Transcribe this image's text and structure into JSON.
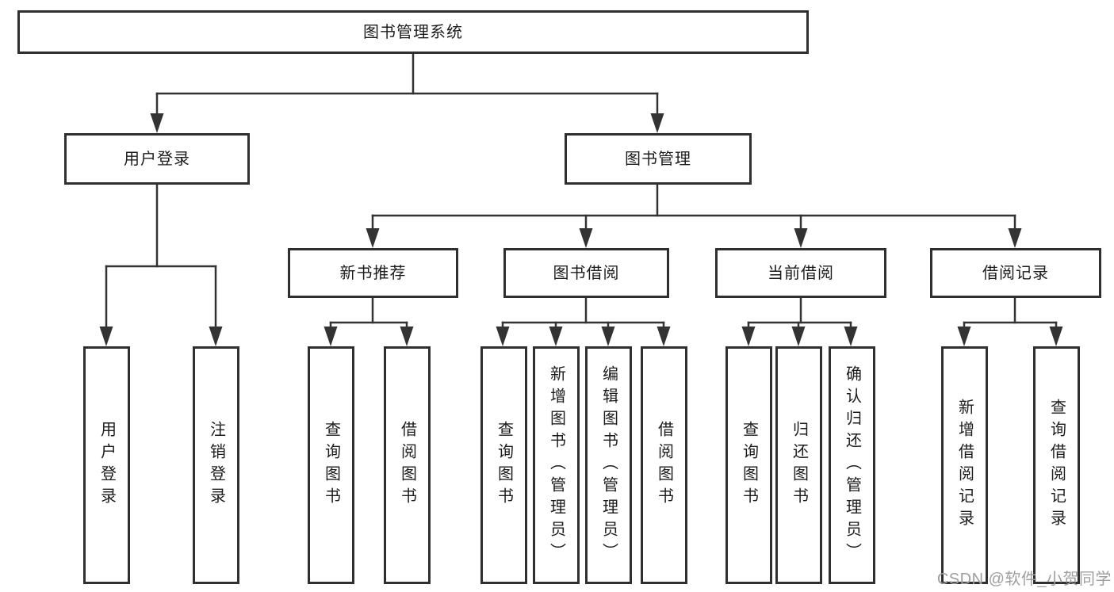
{
  "diagram_type": "hierarchy-tree",
  "colors": {
    "line": "#333333",
    "box_border": "#2f2f2f",
    "text": "#1c1c1c",
    "background": "#ffffff",
    "watermark": "#9e9e9e"
  },
  "tree": {
    "root": {
      "label": "图书管理系统"
    },
    "children": [
      {
        "label": "用户登录",
        "children": [
          {
            "label": "用户登录"
          },
          {
            "label": "注销登录"
          }
        ]
      },
      {
        "label": "图书管理",
        "children": [
          {
            "label": "新书推荐",
            "children": [
              {
                "label": "查询图书"
              },
              {
                "label": "借阅图书"
              }
            ]
          },
          {
            "label": "图书借阅",
            "children": [
              {
                "label": "查询图书"
              },
              {
                "label": "新增图书（管理员）"
              },
              {
                "label": "编辑图书（管理员）"
              },
              {
                "label": "借阅图书"
              }
            ]
          },
          {
            "label": "当前借阅",
            "children": [
              {
                "label": "查询图书"
              },
              {
                "label": "归还图书"
              },
              {
                "label": "确认归还（管理员）"
              }
            ]
          },
          {
            "label": "借阅记录",
            "children": [
              {
                "label": "新增借阅记录"
              },
              {
                "label": "查询借阅记录"
              }
            ]
          }
        ]
      }
    ]
  },
  "watermark": {
    "text": "CSDN @软件_小贺同学"
  }
}
